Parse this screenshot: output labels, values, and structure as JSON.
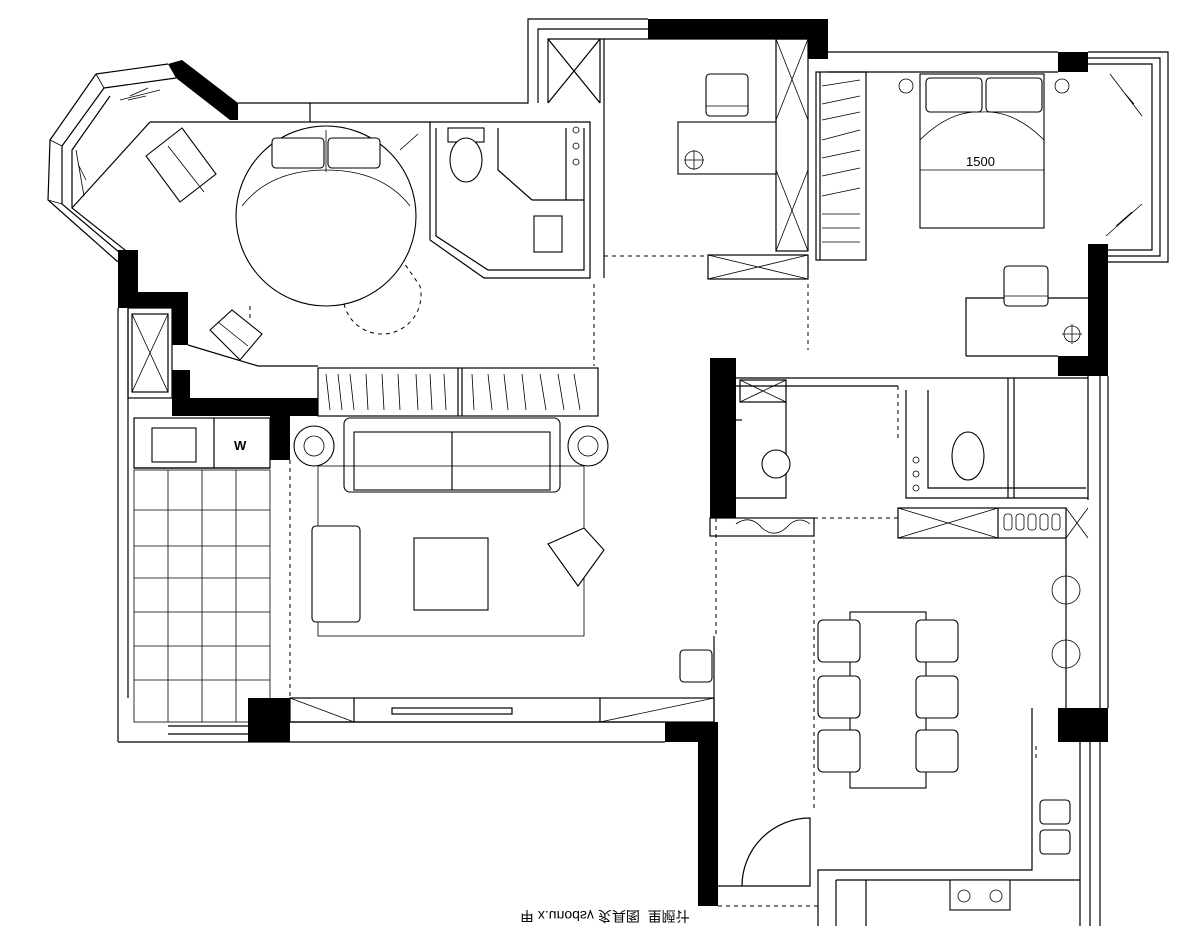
{
  "plan": {
    "bed_dimension": "1500",
    "washer_label": "W",
    "caption": "甲 x.unodsy 炙具图_里陋计"
  },
  "colors": {
    "wall": "#000000",
    "line": "#000000",
    "background": "#ffffff"
  }
}
